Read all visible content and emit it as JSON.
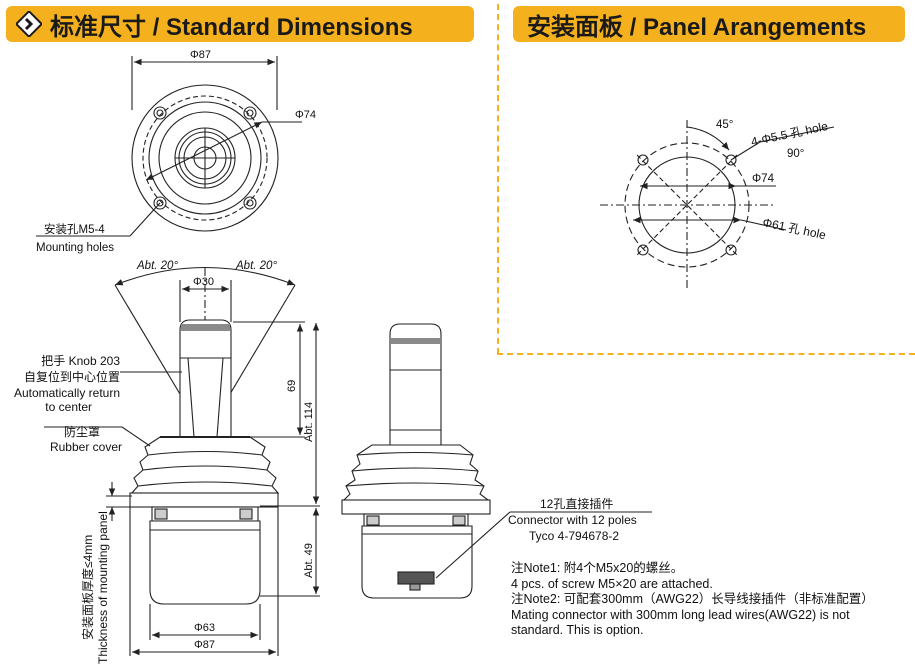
{
  "header_left": {
    "title": "标准尺寸 / Standard Dimensions"
  },
  "header_right": {
    "title": "安装面板 / Panel Arangements"
  },
  "top_view": {
    "dia_outer": "Φ87",
    "dia_pcd": "Φ74",
    "mount_cn": "安装孔M5-4",
    "mount_en": "Mounting holes"
  },
  "side_view": {
    "angle_left": "Abt. 20°",
    "angle_right": "Abt. 20°",
    "dia_knob": "Φ30",
    "dim_69": "69",
    "dim_114": "Abt. 114",
    "dim_49": "Abt. 49",
    "dia_63": "Φ63",
    "dia_87": "Φ87",
    "knob_cn": "把手 Knob 203",
    "return_cn": "自复位到中心位置",
    "return_en_1": "Automatically return",
    "return_en_2": "to center",
    "cover_cn": "防尘罩",
    "cover_en": "Rubber cover",
    "thickness_cn": "安装面板厚度≤4mm",
    "thickness_en": "Thickness of mounting panel"
  },
  "connector": {
    "cn": "12孔直接插件",
    "en": "Connector with 12 poles",
    "part": "Tyco 4-794678-2"
  },
  "panel": {
    "angle_45": "45°",
    "holes": "4-Φ5.5 孔 hole",
    "angle_90": "90°",
    "dia_74": "Φ74",
    "dia_61": "Φ61 孔 hole"
  },
  "notes": {
    "n1_cn": "注Note1: 附4个M5x20的螺丝。",
    "n1_en": "4 pcs. of screw M5×20 are attached.",
    "n2_cn": "注Note2: 可配套300mm（AWG22）长导线接插件（非标准配置）",
    "n2_en_1": "Mating connector with 300mm long lead wires(AWG22) is not",
    "n2_en_2": "standard. This is option."
  },
  "colors": {
    "accent": "#f5b01e",
    "line": "#222222",
    "fill_dark": "#8a8a8a",
    "fill_light": "#d9d9d9"
  }
}
